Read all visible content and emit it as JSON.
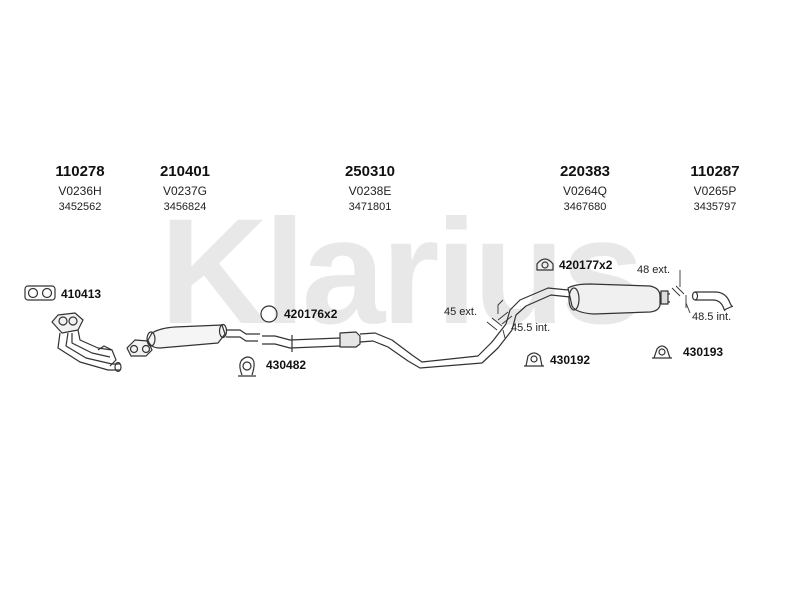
{
  "watermark": "Klarius",
  "columns": [
    {
      "part": "110278",
      "code": "V0236H",
      "oem": "3452562"
    },
    {
      "part": "210401",
      "code": "V0237G",
      "oem": "3456824"
    },
    {
      "part": "250310",
      "code": "V0238E",
      "oem": "3471801"
    },
    {
      "part": "220383",
      "code": "V0264Q",
      "oem": "3467680"
    },
    {
      "part": "110287",
      "code": "V0265P",
      "oem": "3435797"
    }
  ],
  "fittings": {
    "gasket": "410413",
    "clamp_ring": "420176x2",
    "hanger_left": "430482",
    "rubber_top": "420177x2",
    "hanger_mid": "430192",
    "hanger_right": "430193"
  },
  "dimensions": {
    "ext_45": "45 ext.",
    "int_45_5": "45.5 int.",
    "ext_48": "48 ext.",
    "int_48_5": "48.5 int."
  }
}
